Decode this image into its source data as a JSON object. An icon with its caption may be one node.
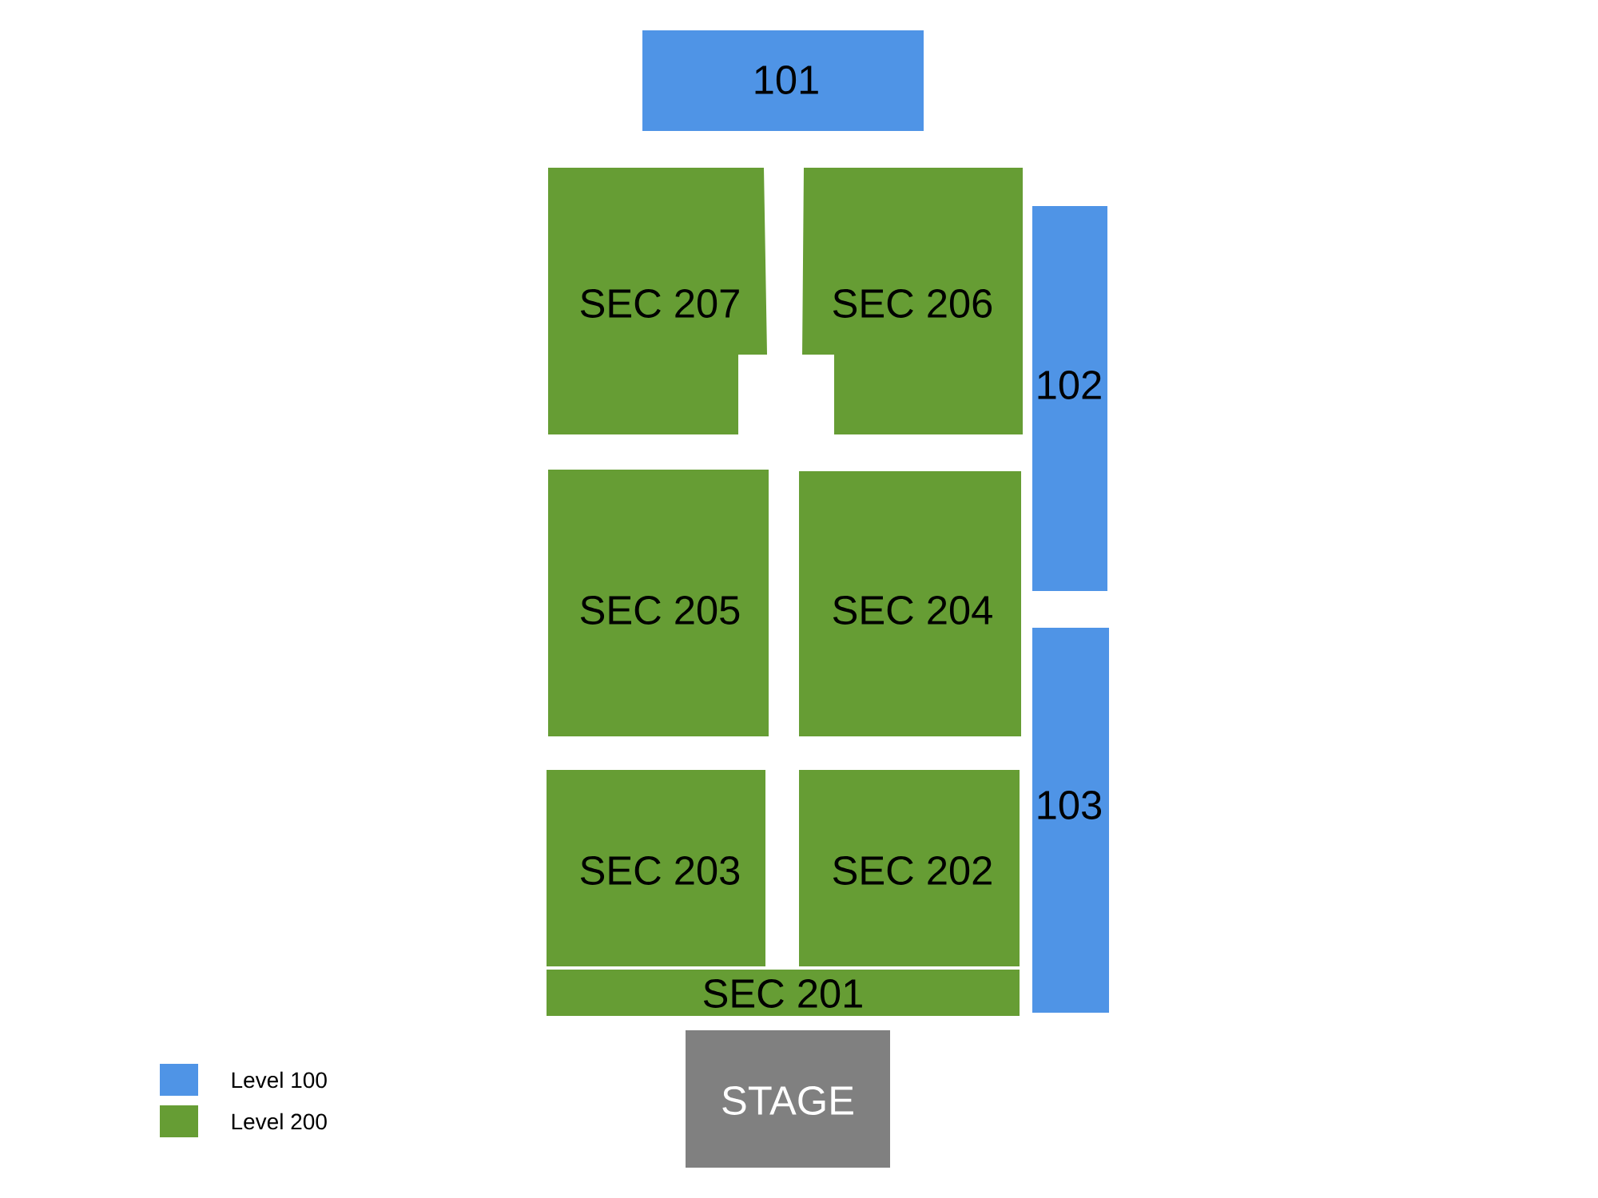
{
  "diagram": {
    "nodes": [
      {
        "text": [
          "101"
        ]
      },
      {
        "text": [
          "SEC 207"
        ]
      },
      {
        "text": [
          "SEC 206"
        ]
      },
      {
        "text": [
          "102"
        ]
      },
      {
        "text": [
          "SEC 205"
        ]
      },
      {
        "text": [
          "SEC 204"
        ]
      },
      {
        "text": [
          "103"
        ]
      },
      {
        "text": [
          "SEC 203"
        ]
      },
      {
        "text": [
          "SEC 202"
        ]
      },
      {
        "text": [
          "SEC 201"
        ]
      },
      {
        "text": [
          "STAGE"
        ]
      }
    ],
    "edges": [],
    "legend": [
      {
        "text": "Level 100",
        "color": "#4f94e6"
      },
      {
        "text": "Level 200",
        "color": "#669d34"
      }
    ]
  }
}
